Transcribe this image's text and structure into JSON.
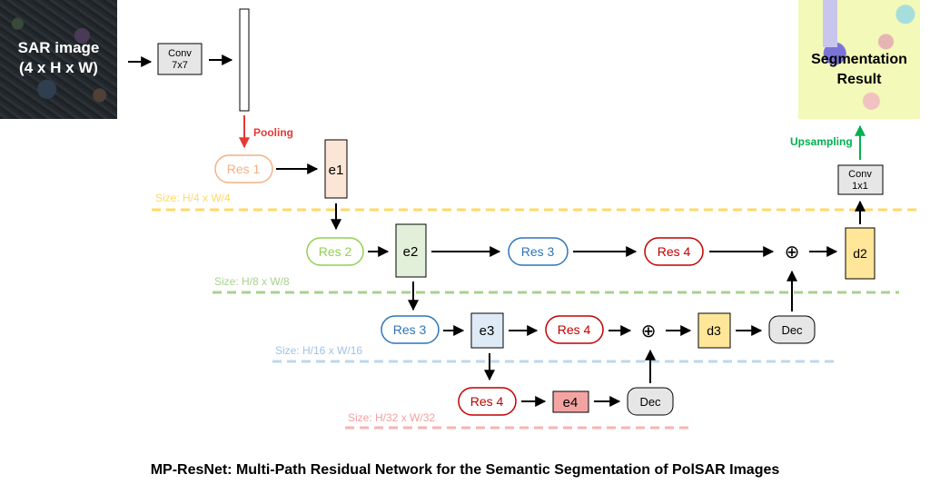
{
  "sar_image": {
    "label": "SAR image\n(4 x H x W)"
  },
  "segmentation": {
    "label": "Segmentation\nResult"
  },
  "conv7": {
    "line1": "Conv",
    "line2": "7x7"
  },
  "conv1": {
    "line1": "Conv",
    "line2": "1x1"
  },
  "pooling": "Pooling",
  "upsampling": "Upsampling",
  "sizes": {
    "s4": "Size: H/4 x W/4",
    "s8": "Size: H/8 x W/8",
    "s16": "Size: H/16 x W/16",
    "s32": "Size: H/32 x W/32"
  },
  "blocks": {
    "res1": "Res 1",
    "res2": "Res 2",
    "res3a": "Res 3",
    "res4a": "Res 4",
    "res3b": "Res 3",
    "res4b": "Res 4",
    "res4c": "Res 4",
    "e1": "e1",
    "e2": "e2",
    "e3": "e3",
    "e4": "e4",
    "d2": "d2",
    "d3": "d3",
    "dec1": "Dec",
    "dec2": "Dec"
  },
  "plus": "⊕",
  "caption": "MP-ResNet: Multi-Path Residual Network for the Semantic Segmentation of PolSAR Images",
  "colors": {
    "res1": "#f4b183",
    "res2": "#92d050",
    "res3": "#2e75b6",
    "res4": "#c00000",
    "e1": "#fbe5d6",
    "e2": "#e2f0d9",
    "e3": "#deebf7",
    "e4": "#f4a3a3",
    "d": "#ffe699",
    "dec": "#e7e6e6",
    "pooling": "#e53935",
    "upsampling": "#00b050",
    "s4": "#ffd966",
    "s8": "#a9d18e",
    "s16": "#bdd7ee",
    "s32": "#f8b3b3"
  }
}
